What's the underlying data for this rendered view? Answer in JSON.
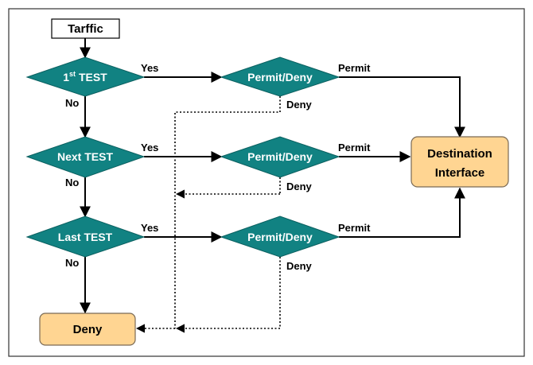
{
  "colors": {
    "diamond_fill": "#118282",
    "diamond_text": "#ffffff",
    "box_fill": "#ffd592",
    "box_stroke": "#7a6a55",
    "line": "#000000",
    "frame": "#333333"
  },
  "nodes": {
    "start": "Tarffic",
    "test1": {
      "main": "1",
      "sup": "st",
      "rest": " TEST"
    },
    "test2": "Next TEST",
    "test3": "Last TEST",
    "pd1": "Permit/Deny",
    "pd2": "Permit/Deny",
    "pd3": "Permit/Deny",
    "dest_line1": "Destination",
    "dest_line2": "Interface",
    "deny_box": "Deny"
  },
  "labels": {
    "yes1": "Yes",
    "yes2": "Yes",
    "yes3": "Yes",
    "no1": "No",
    "no2": "No",
    "no3": "No",
    "permit1": "Permit",
    "permit2": "Permit",
    "permit3": "Permit",
    "deny1": "Deny",
    "deny2": "Deny",
    "deny3": "Deny"
  }
}
